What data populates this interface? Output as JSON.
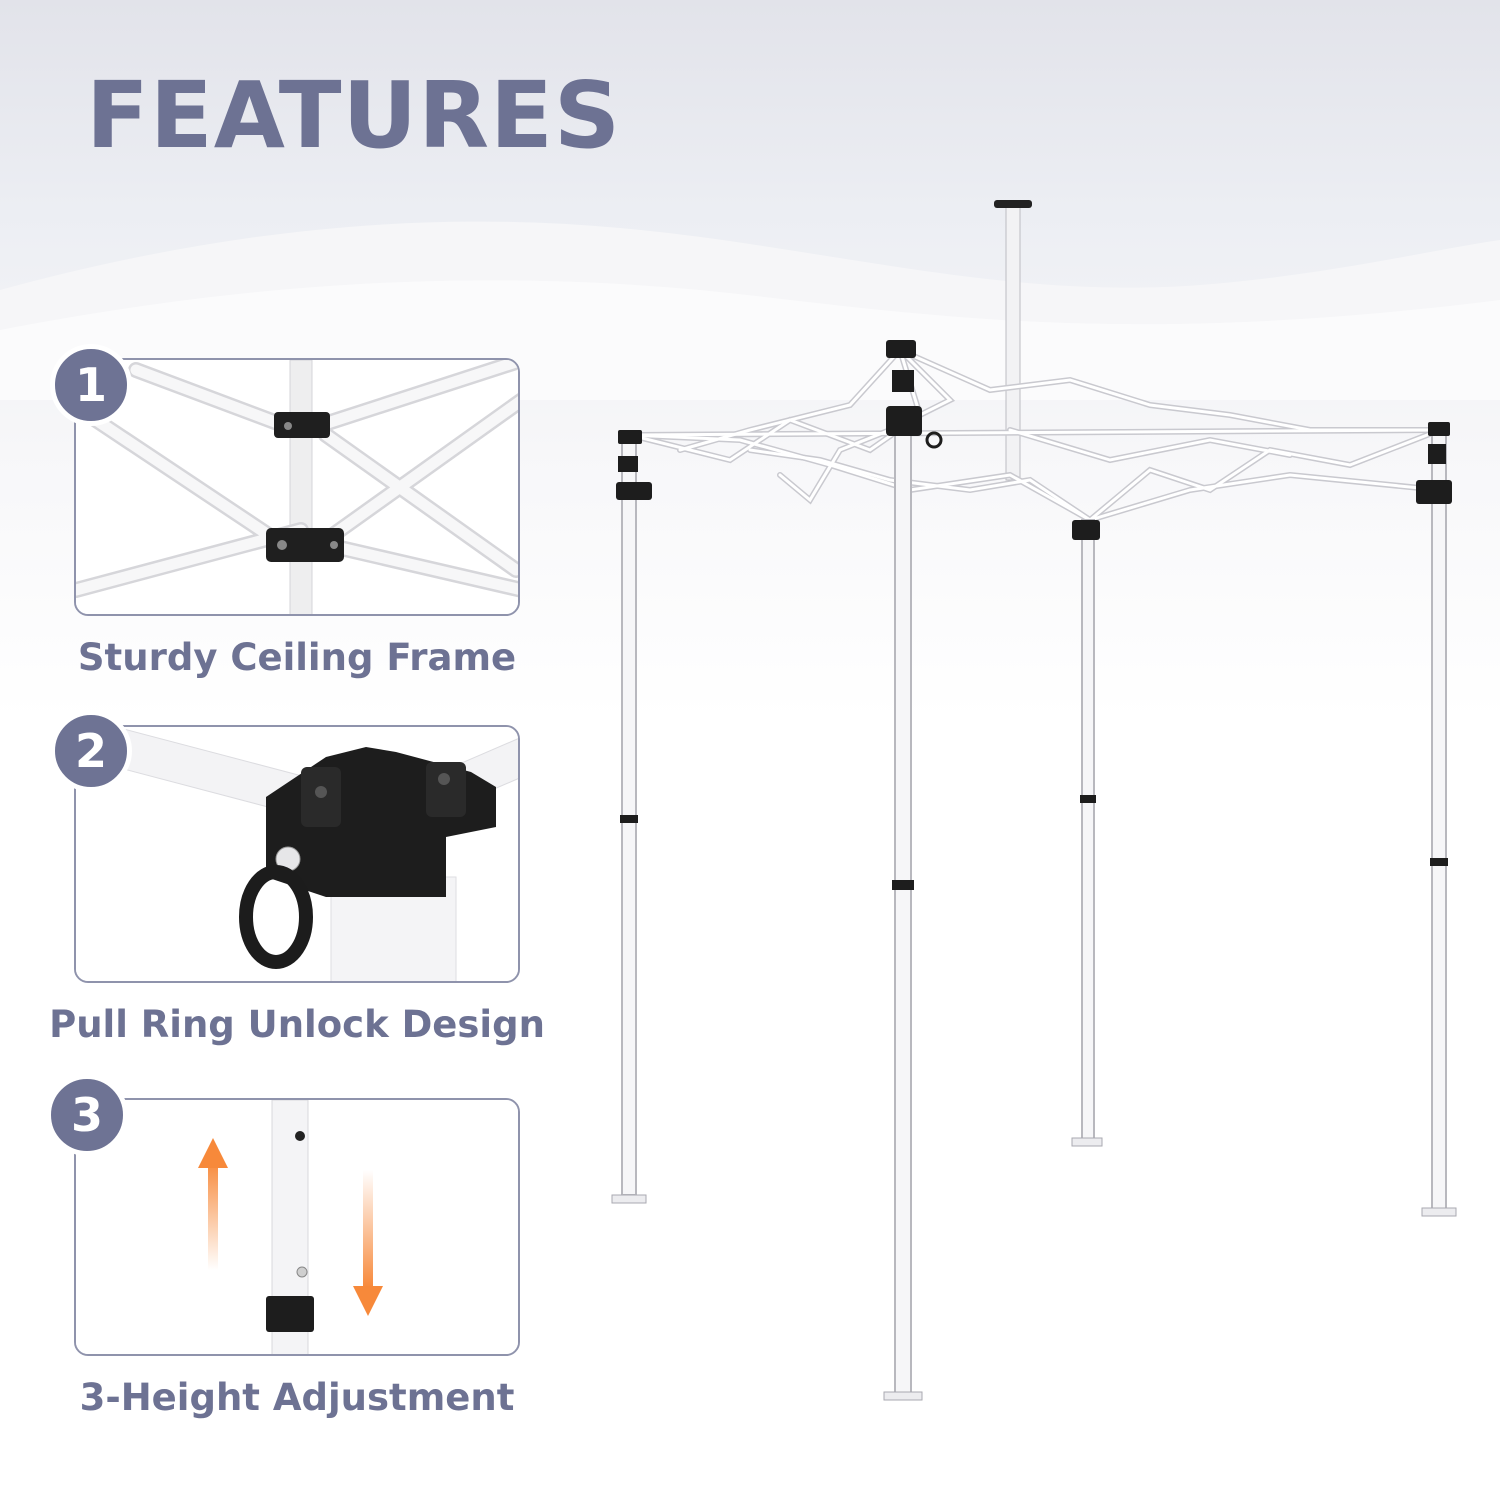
{
  "title": "FEATURES",
  "features": [
    {
      "number": "1",
      "caption": "Sturdy Ceiling Frame",
      "icon": "ceiling-frame-closeup"
    },
    {
      "number": "2",
      "caption": "Pull Ring Unlock Design",
      "icon": "pull-ring-closeup"
    },
    {
      "number": "3",
      "caption": "3-Height Adjustment",
      "icon": "height-adjust-closeup"
    }
  ],
  "colors": {
    "accent": "#6e7394",
    "arrow_orange": "#f7893a",
    "frame_white": "#f8f8f8",
    "bracket_black": "#1c1c1c"
  }
}
